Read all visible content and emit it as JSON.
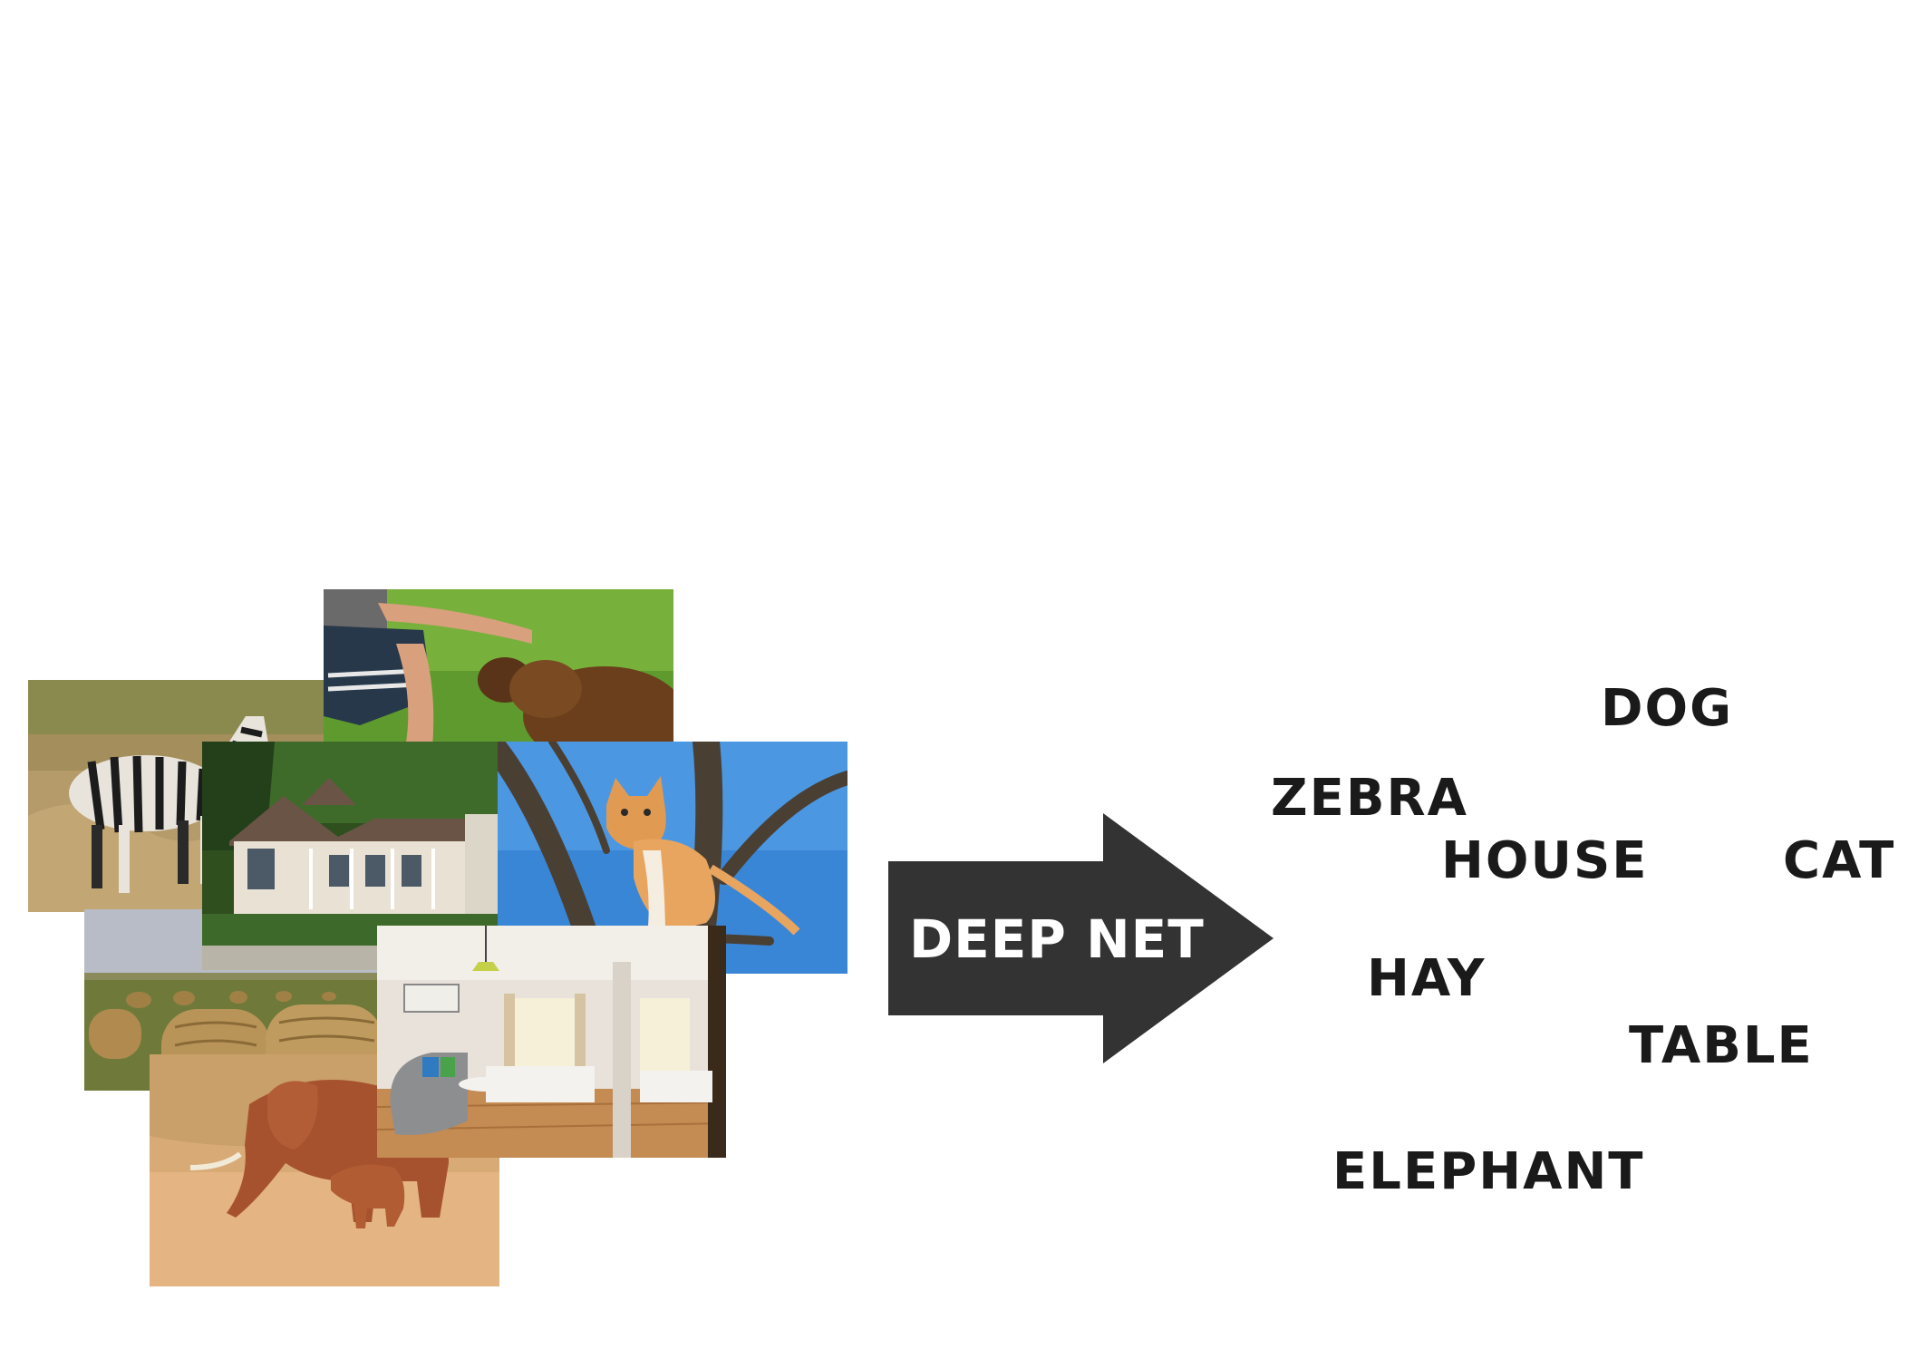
{
  "diagram": {
    "center_label": "DEEP NET",
    "arrow_color": "#333333",
    "photos": [
      {
        "subject": "zebra"
      },
      {
        "subject": "hay"
      },
      {
        "subject": "dog"
      },
      {
        "subject": "house"
      },
      {
        "subject": "cat"
      },
      {
        "subject": "elephant"
      },
      {
        "subject": "bedroom"
      }
    ],
    "labels": {
      "dog": "DOG",
      "zebra": "ZEBRA",
      "house": "HOUSE",
      "cat": "CAT",
      "hay": "HAY",
      "table": "TABLE",
      "elephant": "ELEPHANT"
    },
    "label_color": "#1a1a1a"
  }
}
